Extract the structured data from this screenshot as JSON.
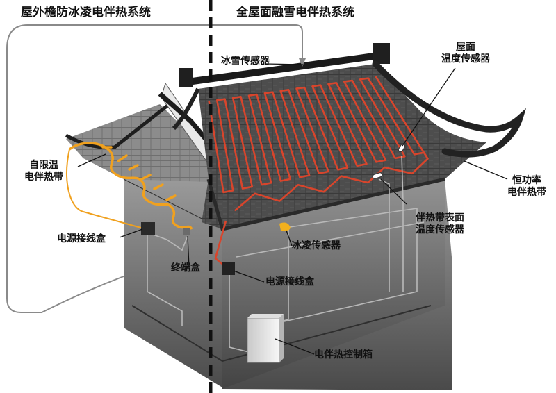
{
  "titles": {
    "left": "屋外檐防冰凌电伴热系统",
    "right": "全屋面融雪电伴热系统"
  },
  "labels": {
    "snow_sensor": "冰雪传感器",
    "roof_temp_sensor_line1": "屋面",
    "roof_temp_sensor_line2": "温度传感器",
    "self_limit_cable_line1": "自限温",
    "self_limit_cable_line2": "电伴热带",
    "const_power_cable_line1": "恒功率",
    "const_power_cable_line2": "电伴热带",
    "cable_surface_sensor_line1": "伴热带表面",
    "cable_surface_sensor_line2": "温度传感器",
    "junction_box_left": "电源接线盒",
    "ice_sensor": "冰凌传感器",
    "end_box": "终端盒",
    "junction_box_right": "电源接线盒",
    "control_box": "电伴热控制箱"
  },
  "colors": {
    "heating_cable_red": "#d8452c",
    "self_limit_cable_orange": "#f0a11f",
    "ice_sensor_yellow": "#f2b01d",
    "divider": "#111111"
  }
}
